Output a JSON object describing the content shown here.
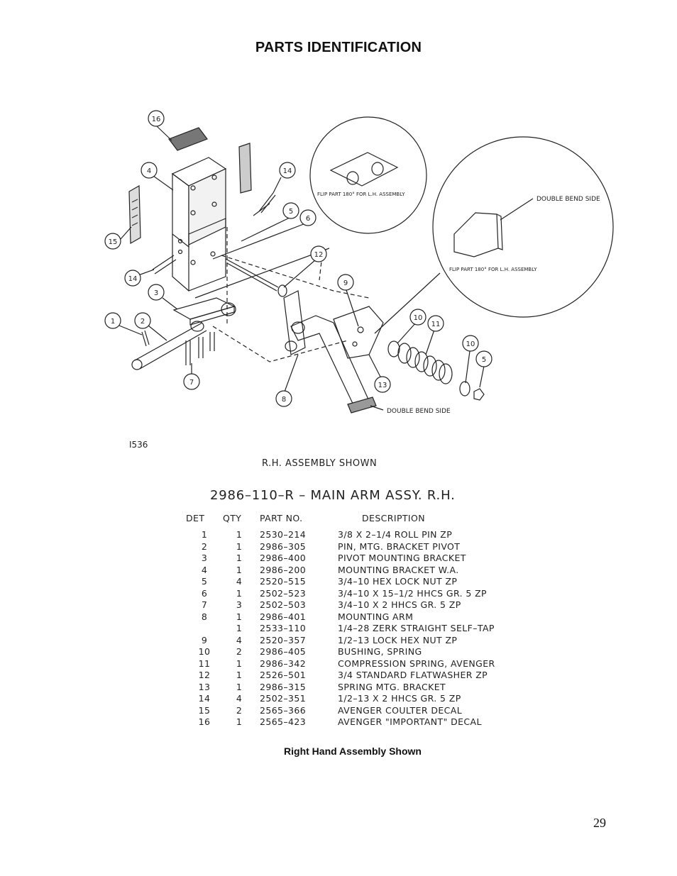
{
  "page_title": "PARTS IDENTIFICATION",
  "drawing_number": "I536",
  "assembly_shown": "R.H. ASSEMBLY SHOWN",
  "assembly_title": "2986–110–R – MAIN ARM ASSY. R.H.",
  "callouts": [
    "16",
    "4",
    "14",
    "15",
    "14",
    "3",
    "1",
    "2",
    "7",
    "5",
    "6",
    "12",
    "9",
    "8",
    "13",
    "10",
    "11",
    "10",
    "5"
  ],
  "notes": {
    "flip_note_1": "FLIP PART 180° FOR L.H. ASSEMBLY",
    "flip_note_2": "FLIP PART 180° FOR L.H. ASSEMBLY",
    "double_bend_1": "DOUBLE BEND SIDE",
    "double_bend_2": "DOUBLE BEND SIDE"
  },
  "table": {
    "headers": {
      "det": "DET",
      "qty": "QTY",
      "part": "PART NO.",
      "desc": "DESCRIPTION"
    },
    "rows": [
      {
        "det": "1",
        "qty": "1",
        "part": "2530–214",
        "desc": "3/8 X 2–1/4 ROLL PIN ZP"
      },
      {
        "det": "2",
        "qty": "1",
        "part": "2986–305",
        "desc": "PIN, MTG. BRACKET PIVOT"
      },
      {
        "det": "3",
        "qty": "1",
        "part": "2986–400",
        "desc": "PIVOT MOUNTING BRACKET"
      },
      {
        "det": "4",
        "qty": "1",
        "part": "2986–200",
        "desc": "MOUNTING BRACKET W.A."
      },
      {
        "det": "5",
        "qty": "4",
        "part": "2520–515",
        "desc": "3/4–10 HEX LOCK NUT ZP"
      },
      {
        "det": "6",
        "qty": "1",
        "part": "2502–523",
        "desc": "3/4–10 X 15–1/2 HHCS GR. 5 ZP"
      },
      {
        "det": "7",
        "qty": "3",
        "part": "2502–503",
        "desc": "3/4–10 X 2 HHCS GR. 5 ZP"
      },
      {
        "det": "8",
        "qty": "1",
        "part": "2986–401",
        "desc": "MOUNTING ARM"
      },
      {
        "det": "",
        "qty": "1",
        "part": "2533–110",
        "desc": "1/4–28 ZERK STRAIGHT SELF–TAP"
      },
      {
        "det": "9",
        "qty": "4",
        "part": "2520–357",
        "desc": "1/2–13 LOCK HEX NUT ZP"
      },
      {
        "det": "10",
        "qty": "2",
        "part": "2986–405",
        "desc": "BUSHING, SPRING"
      },
      {
        "det": "11",
        "qty": "1",
        "part": "2986–342",
        "desc": "COMPRESSION SPRING, AVENGER"
      },
      {
        "det": "12",
        "qty": "1",
        "part": "2526–501",
        "desc": "3/4 STANDARD FLATWASHER ZP"
      },
      {
        "det": "13",
        "qty": "1",
        "part": "2986–315",
        "desc": "SPRING MTG. BRACKET"
      },
      {
        "det": "14",
        "qty": "4",
        "part": "2502–351",
        "desc": "1/2–13 X 2 HHCS GR. 5 ZP"
      },
      {
        "det": "15",
        "qty": "2",
        "part": "2565–366",
        "desc": "AVENGER COULTER DECAL"
      },
      {
        "det": "16",
        "qty": "1",
        "part": "2565–423",
        "desc": "AVENGER \"IMPORTANT\" DECAL"
      }
    ]
  },
  "caption": "Right Hand Assembly Shown",
  "page_number": "29"
}
